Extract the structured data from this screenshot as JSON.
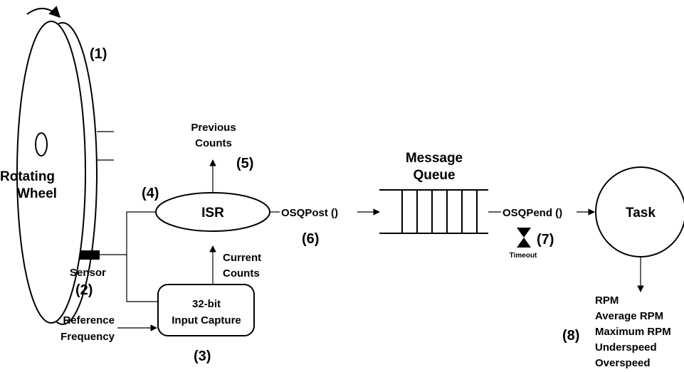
{
  "labels": {
    "n1": "(1)",
    "wheel_line1": "Rotating",
    "wheel_line2": "Wheel",
    "n2": "(2)",
    "sensor": "Sensor",
    "n3": "(3)",
    "capture_line1": "32-bit",
    "capture_line2": "Input Capture",
    "ref_line1": "Reference",
    "ref_line2": "Frequency",
    "n4": "(4)",
    "isr": "ISR",
    "prev_line1": "Previous",
    "prev_line2": "Counts",
    "n5": "(5)",
    "curr_line1": "Current",
    "curr_line2": "Counts",
    "osqpost": "OSQPost ()",
    "n6": "(6)",
    "mq_line1": "Message",
    "mq_line2": "Queue",
    "osqpend": "OSQPend ()",
    "n7": "(7)",
    "timeout": "Timeout",
    "task": "Task",
    "n8": "(8)",
    "outputs": [
      "RPM",
      "Average RPM",
      "Maximum RPM",
      "Underspeed",
      "Overspeed"
    ]
  }
}
